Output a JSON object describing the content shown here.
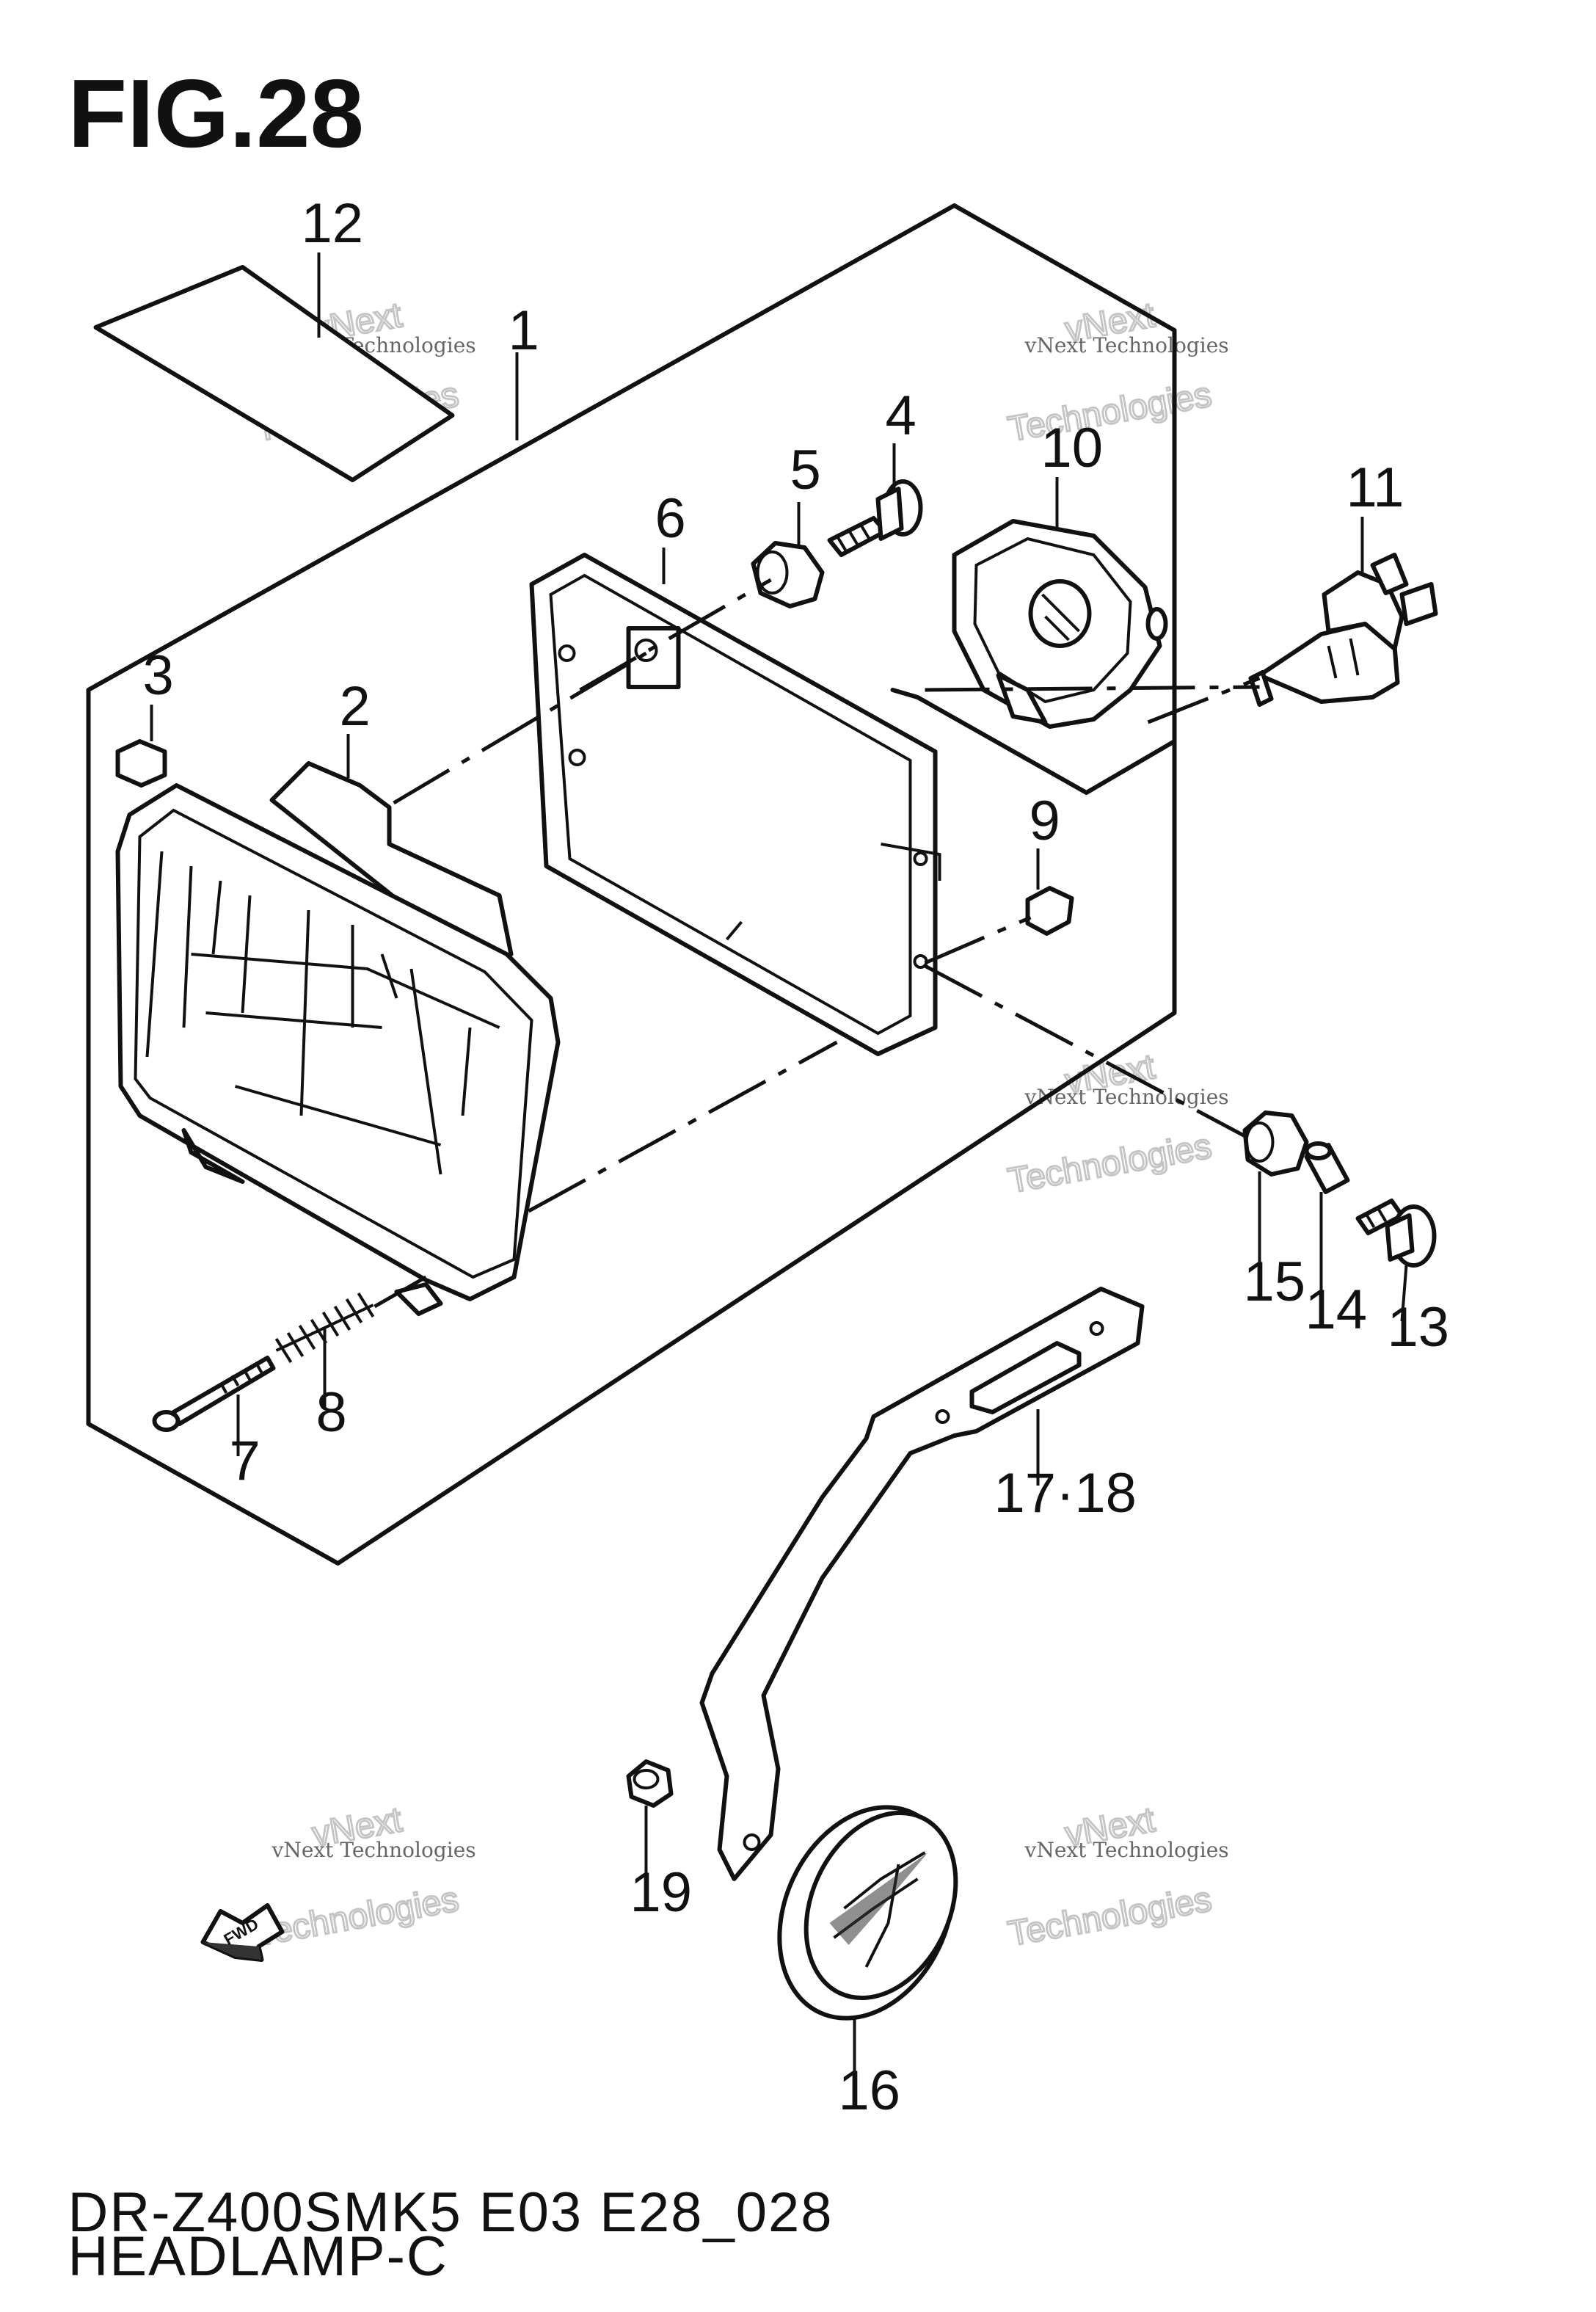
{
  "figure": {
    "title": "FIG.28",
    "model_code": "DR-Z400SMK5 E03 E28_028",
    "caption": "HEADLAMP-C"
  },
  "callouts": [
    {
      "id": "12",
      "label": "12"
    },
    {
      "id": "1",
      "label": "1"
    },
    {
      "id": "4",
      "label": "4"
    },
    {
      "id": "5",
      "label": "5"
    },
    {
      "id": "10",
      "label": "10"
    },
    {
      "id": "11",
      "label": "11"
    },
    {
      "id": "6",
      "label": "6"
    },
    {
      "id": "3",
      "label": "3"
    },
    {
      "id": "2",
      "label": "2"
    },
    {
      "id": "9",
      "label": "9"
    },
    {
      "id": "15",
      "label": "15"
    },
    {
      "id": "14",
      "label": "14"
    },
    {
      "id": "13",
      "label": "13"
    },
    {
      "id": "8",
      "label": "8"
    },
    {
      "id": "7",
      "label": "7"
    },
    {
      "id": "17-18",
      "label": "17·18"
    },
    {
      "id": "19",
      "label": "19"
    },
    {
      "id": "16",
      "label": "16"
    }
  ],
  "direction_arrow": {
    "label": "FWD"
  },
  "watermark": {
    "line1": "vNext Technologies",
    "line2": "vNext",
    "line3": "Technologies"
  }
}
